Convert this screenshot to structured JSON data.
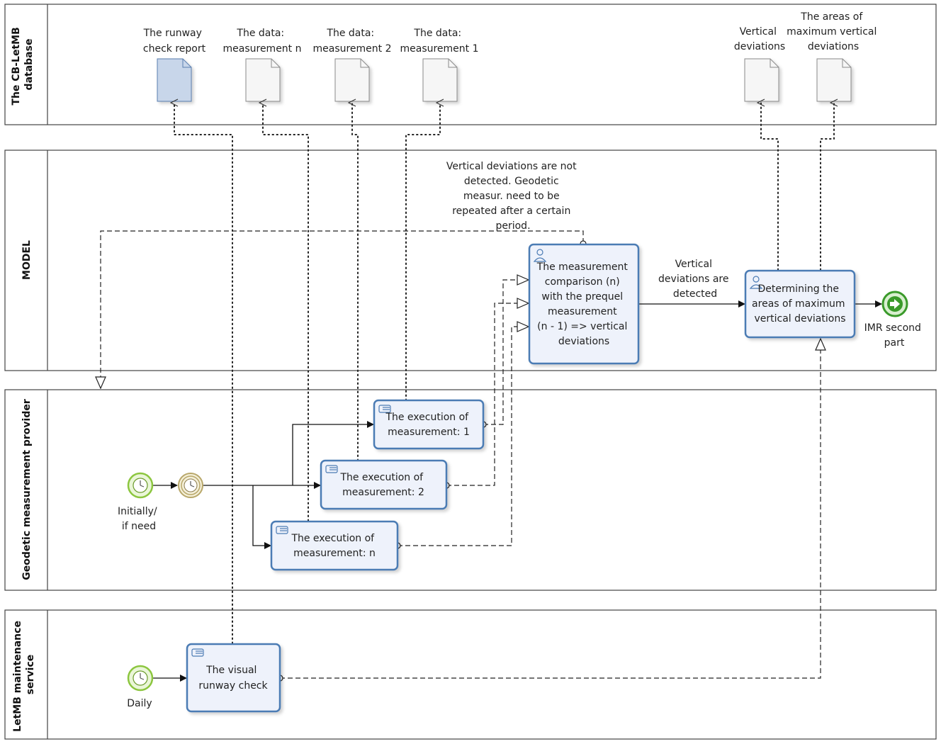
{
  "lanes": [
    {
      "id": "db",
      "label_lines": [
        "The CB-LetMB",
        "database"
      ]
    },
    {
      "id": "model",
      "label_lines": [
        "MODEL"
      ]
    },
    {
      "id": "geo",
      "label_lines": [
        "Geodetic measurement provider"
      ]
    },
    {
      "id": "maint",
      "label_lines": [
        "LetMB maintenance",
        "service"
      ]
    }
  ],
  "documents": [
    {
      "id": "report",
      "label_lines": [
        "The runway",
        "check report"
      ]
    },
    {
      "id": "data_n",
      "label_lines": [
        "The data:",
        "measurement n"
      ]
    },
    {
      "id": "data_2",
      "label_lines": [
        "The data:",
        "measurement 2"
      ]
    },
    {
      "id": "data_1",
      "label_lines": [
        "The data:",
        "measurement 1"
      ]
    },
    {
      "id": "vert_dev",
      "label_lines": [
        "Vertical",
        "deviations"
      ]
    },
    {
      "id": "max_areas",
      "label_lines": [
        "The areas of",
        "maximum vertical",
        "deviations"
      ]
    }
  ],
  "tasks": [
    {
      "id": "compare",
      "label_lines": [
        "The measurement",
        "comparison (n)",
        "with the prequel",
        "measurement",
        "(n - 1) => vertical",
        "deviations"
      ]
    },
    {
      "id": "determine",
      "label_lines": [
        "Determining the",
        "areas of maximum",
        "vertical deviations"
      ]
    },
    {
      "id": "exec1",
      "label_lines": [
        "The execution of",
        "measurement: 1"
      ]
    },
    {
      "id": "exec2",
      "label_lines": [
        "The execution of",
        "measurement: 2"
      ]
    },
    {
      "id": "execn",
      "label_lines": [
        "The execution of",
        "measurement: n"
      ]
    },
    {
      "id": "visual",
      "label_lines": [
        "The visual",
        "runway check"
      ]
    }
  ],
  "events": [
    {
      "id": "start_geo",
      "label_lines": [
        "Initially/",
        "if need"
      ]
    },
    {
      "id": "timer_geo",
      "label_lines": []
    },
    {
      "id": "end_model",
      "label_lines": [
        "IMR second",
        "part"
      ]
    },
    {
      "id": "start_maint",
      "label_lines": [
        "Daily"
      ]
    }
  ],
  "annotations": [
    {
      "id": "not_detected",
      "label_lines": [
        "Vertical deviations are not",
        "detected.  Geodetic",
        "measur. need to be",
        "repeated after a certain",
        "period."
      ]
    },
    {
      "id": "detected",
      "label_lines": [
        "Vertical",
        "deviations are",
        "detected"
      ]
    }
  ],
  "colors": {
    "task_fill": "#eef2fb",
    "task_stroke": "#4b7bb4",
    "start_event": "#8cc63f",
    "end_event": "#3a9a2a",
    "timer_event": "#b8a76a"
  }
}
